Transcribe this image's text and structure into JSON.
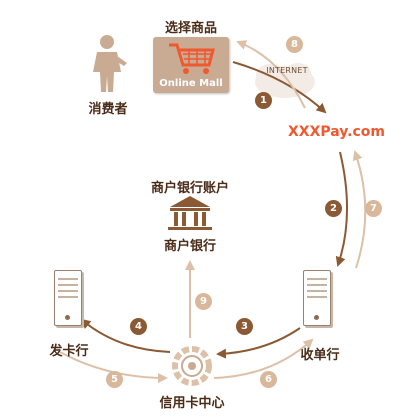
{
  "nodes": {
    "consumer": "消费者",
    "select_goods": "选择商品",
    "online_mall": "Online Mall",
    "internet": "INTERNET",
    "payment_gateway": "XXXPay.com",
    "merchant_account_title": "商户银行账户",
    "merchant_bank": "商户银行",
    "issuer": "发卡行",
    "acquirer": "收单行",
    "card_center": "信用卡中心"
  },
  "steps": [
    "1",
    "2",
    "3",
    "4",
    "5",
    "6",
    "7",
    "8",
    "9"
  ],
  "colors": {
    "dark_arrow": "#8b5a34",
    "light_arrow": "#dcc0a8",
    "gateway": "#f0582e",
    "icon_brown": "#c9ab94"
  }
}
